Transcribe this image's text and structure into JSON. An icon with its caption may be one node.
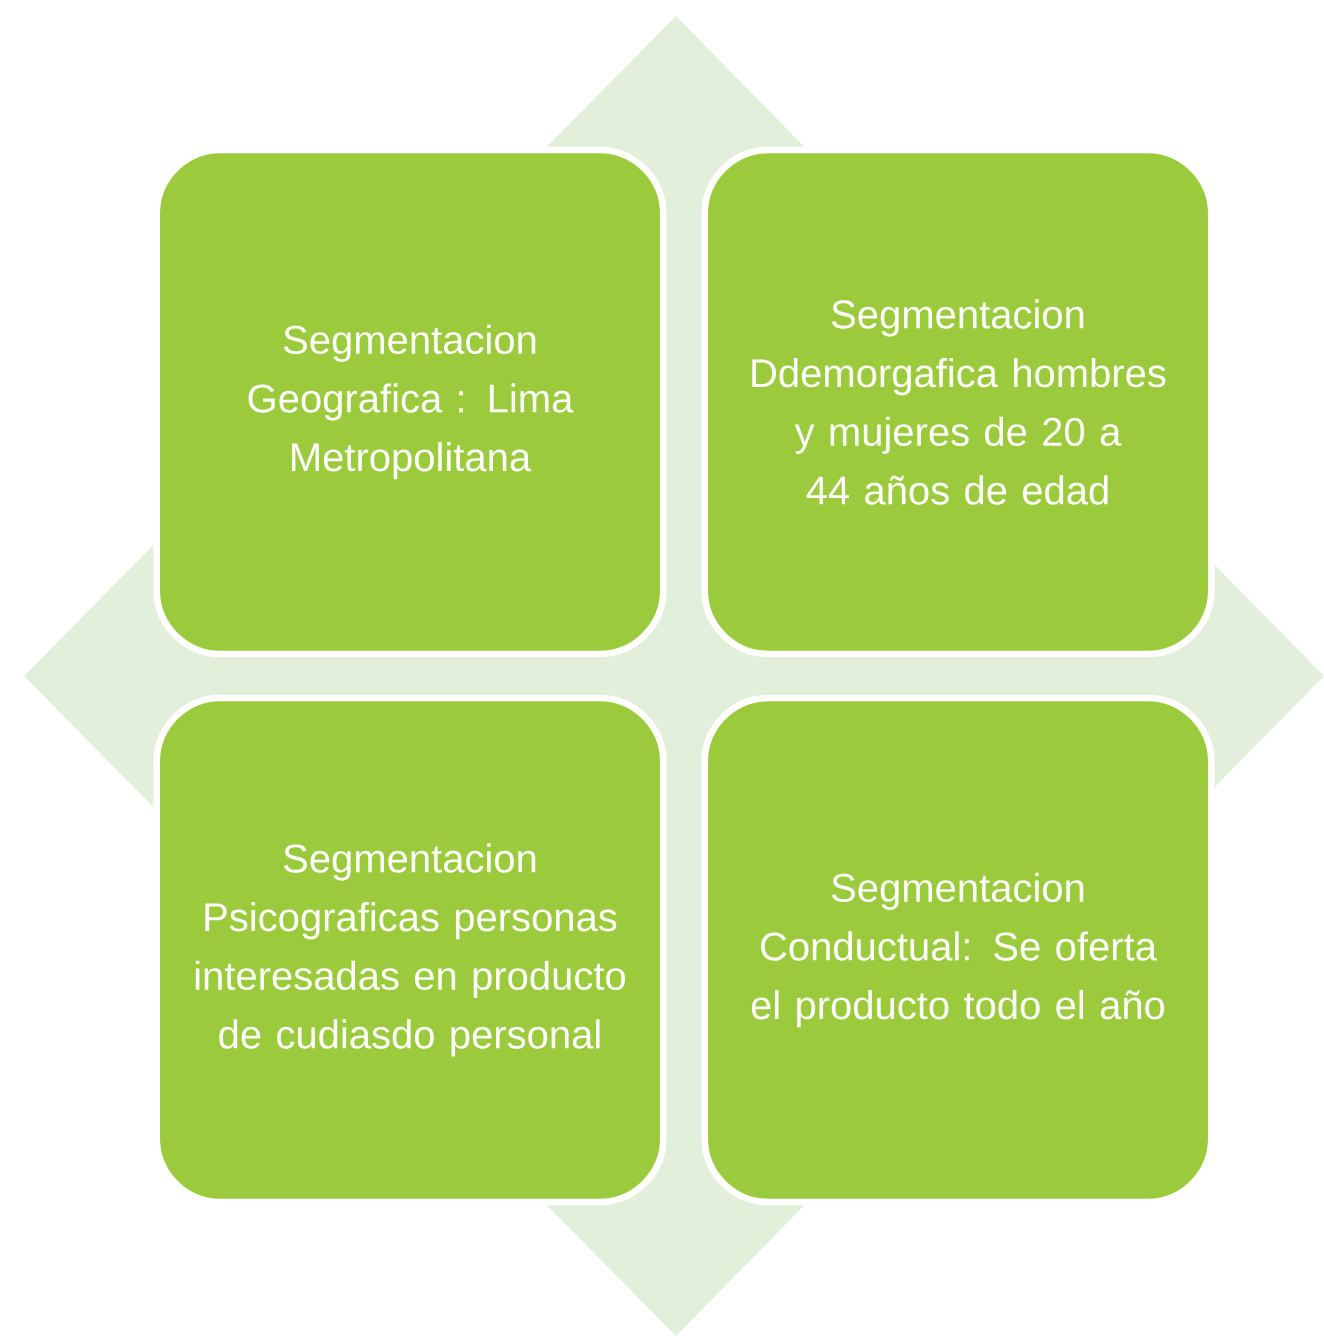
{
  "diagram": {
    "nodes": [
      {
        "text": [
          "Segmentacion Geografica : Lima Metropolitana"
        ]
      },
      {
        "text": [
          "Segmentacion Ddemorgafica hombres y mujeres de 20 a 44 años de edad"
        ]
      },
      {
        "text": [
          "Segmentacion Psicograficas personas interesadas en producto de cudiasdo personal"
        ]
      },
      {
        "text": [
          "Segmentacion Conductual: Se oferta el producto todo el año"
        ]
      }
    ]
  }
}
